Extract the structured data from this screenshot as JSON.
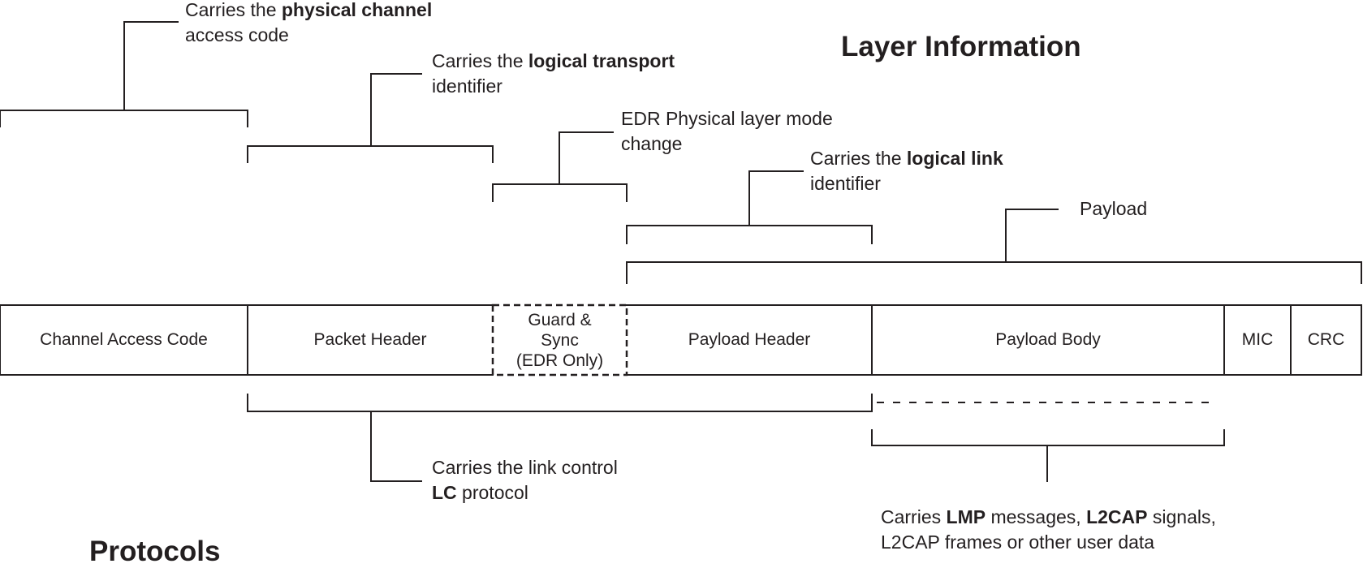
{
  "headings": {
    "layer_information": "Layer Information",
    "protocols": "Protocols"
  },
  "packet_fields": {
    "channel_access_code": "Channel Access Code",
    "packet_header": "Packet Header",
    "guard_sync": [
      "Guard &",
      "Sync",
      "(EDR Only)"
    ],
    "payload_header": "Payload Header",
    "payload_body": "Payload Body",
    "mic": "MIC",
    "crc": "CRC"
  },
  "annotations": {
    "access_code": {
      "line1_pre": "Carries the ",
      "line1_bold": "physical channel",
      "line2": "access code"
    },
    "packet_header": {
      "line1_pre": "Carries the ",
      "line1_bold": "logical transport",
      "line2": "identifier"
    },
    "guard_sync": {
      "line1": "EDR Physical layer mode",
      "line2": "change"
    },
    "payload_header": {
      "line1_pre": "Carries the ",
      "line1_bold": "logical link",
      "line2": "identifier"
    },
    "payload": {
      "line1": "Payload"
    },
    "lc_protocol": {
      "line1": "Carries the link control",
      "line2_bold": "LC",
      "line2_post": " protocol"
    },
    "payload_body": {
      "line1_pre": "Carries ",
      "line1_bold1": "LMP",
      "line1_mid": " messages, ",
      "line1_bold2": "L2CAP",
      "line1_post": " signals,",
      "line2": "L2CAP frames or other user data"
    }
  }
}
